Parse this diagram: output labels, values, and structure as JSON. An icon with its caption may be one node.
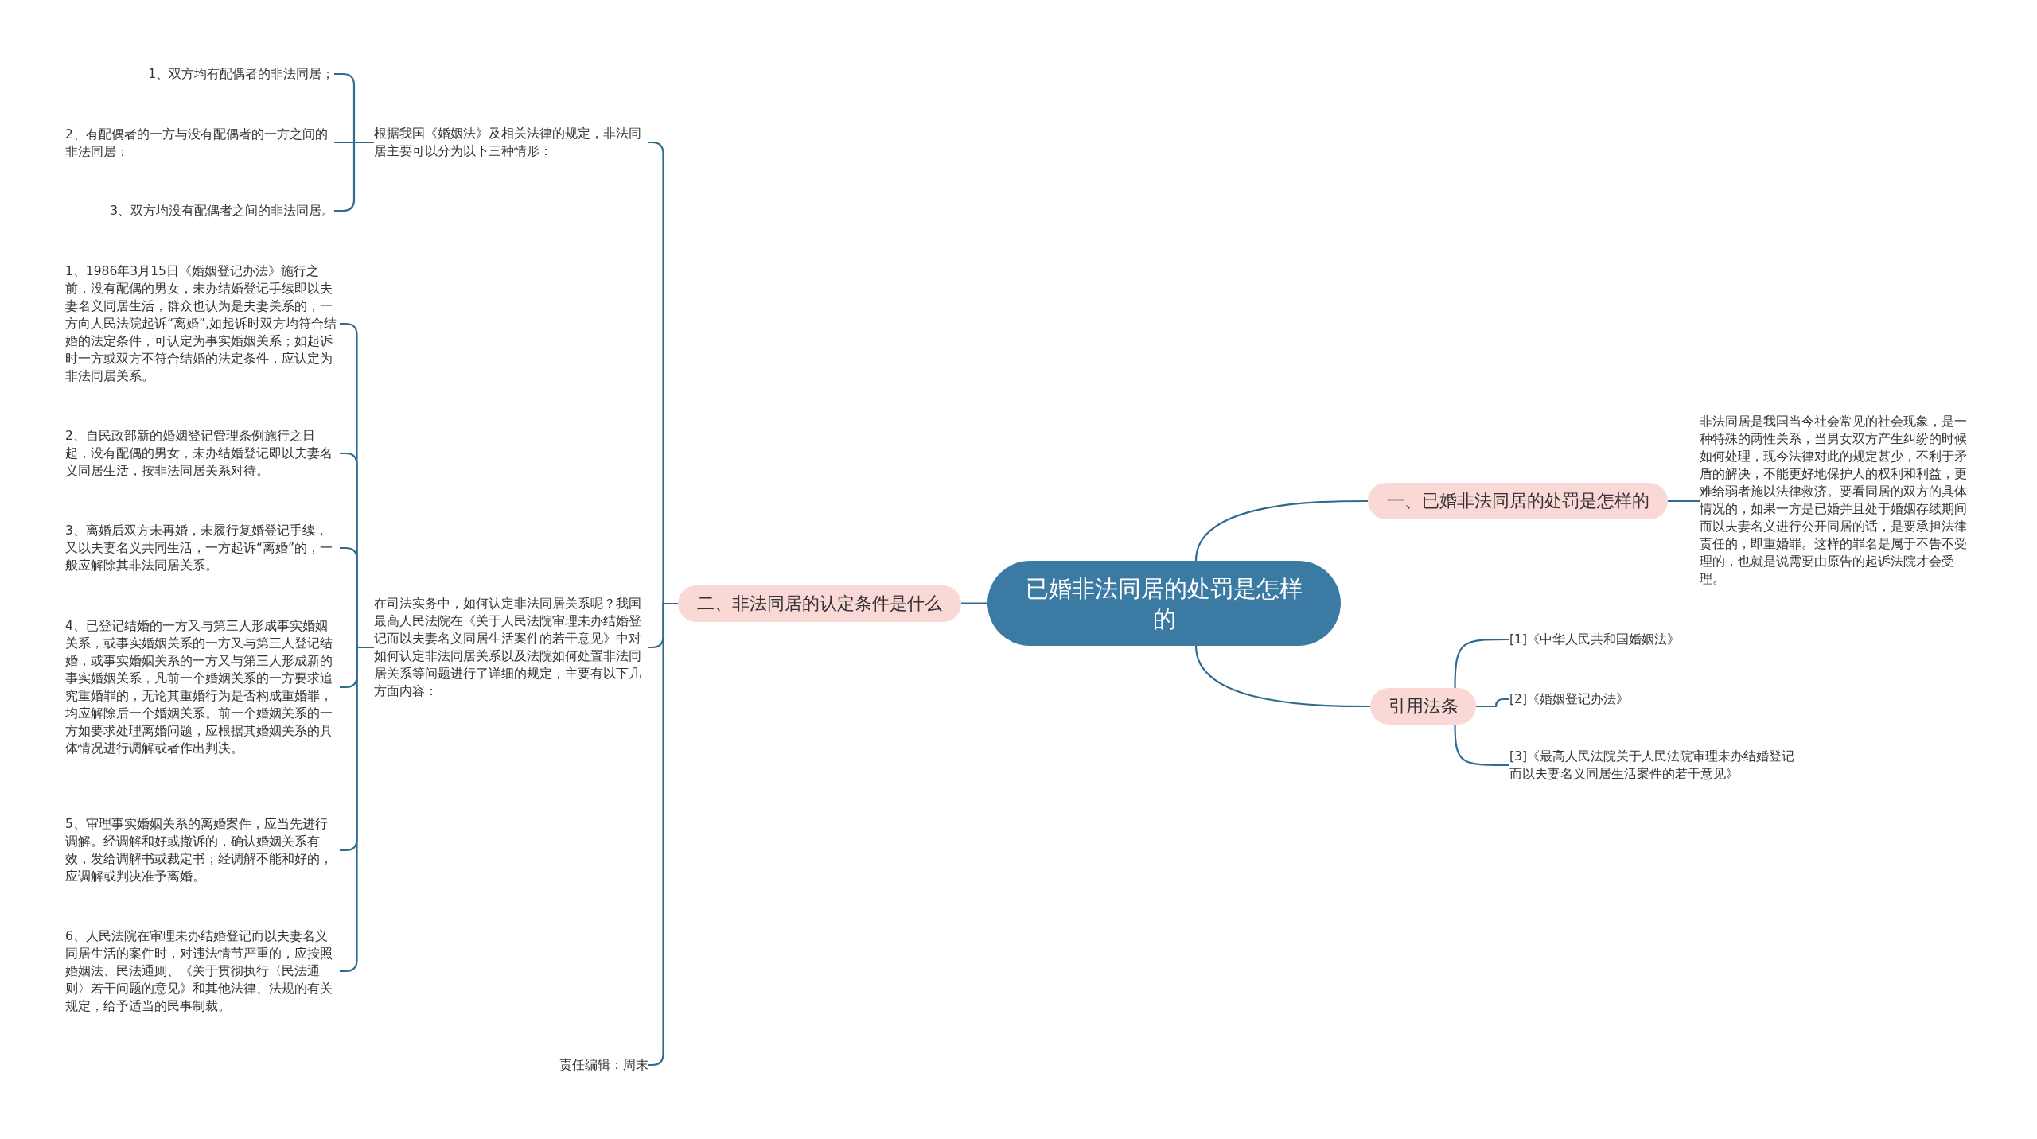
{
  "diagram": {
    "nodes": [
      {
        "text": [
          "已婚非法同居的处罚是怎样的"
        ]
      },
      {
        "text": [
          "一、已婚非法同居的处罚是怎样的"
        ]
      },
      {
        "text": [
          "非法同居是我国当今社会常见的社会现象，是一种特殊的两性关系，当男女双方产生纠纷的时候如何处理，现今法律对此的规定甚少，不利于矛盾的解决，不能更好地保护人的权利和利益，更难给弱者施以法律救济。要看同居的双方的具体情况的，如果一方是已婚并且处于婚姻存续期间而以夫妻名义进行公开同居的话，是要承担法律责任的，即重婚罪。这样的罪名是属于不告不受理的，也就是说需要由原告的起诉法院才会受理。"
        ]
      },
      {
        "text": [
          "二、非法同居的认定条件是什么"
        ]
      },
      {
        "text": [
          "引用法条"
        ]
      },
      {
        "text": [
          "[1]《中华人民共和国婚姻法》"
        ]
      },
      {
        "text": [
          "[2]《婚姻登记办法》"
        ]
      },
      {
        "text": [
          "[3]《最高人民法院关于人民法院审理未办结婚登记而以夫妻名义同居生活案件的若干意见》"
        ]
      },
      {
        "text": [
          "根据我国《婚姻法》及相关法律的规定，非法同居主要可以分为以下三种情形："
        ]
      },
      {
        "text": [
          "在司法实务中，如何认定非法同居关系呢？我国最高人民法院在《关于人民法院审理未办结婚登记而以夫妻名义同居生活案件的若干意见》中对如何认定非法同居关系以及法院如何处置非法同居关系等问题进行了详细的规定，主要有以下几方面内容："
        ]
      },
      {
        "text": [
          "责任编辑：周末"
        ]
      },
      {
        "text": [
          "1、双方均有配偶者的非法同居；"
        ]
      },
      {
        "text": [
          "2、有配偶者的一方与没有配偶者的一方之间的非法同居；"
        ]
      },
      {
        "text": [
          "3、双方均没有配偶者之间的非法同居。"
        ]
      },
      {
        "text": [
          "1、1986年3月15日《婚姻登记办法》施行之前，没有配偶的男女，未办结婚登记手续即以夫妻名义同居生活，群众也认为是夫妻关系的，一方向人民法院起诉“离婚”,如起诉时双方均符合结婚的法定条件，可认定为事实婚姻关系；如起诉时一方或双方不符合结婚的法定条件，应认定为非法同居关系。"
        ]
      },
      {
        "text": [
          "2、自民政部新的婚姻登记管理条例施行之日起，没有配偶的男女，未办结婚登记即以夫妻名义同居生活，按非法同居关系对待。"
        ]
      },
      {
        "text": [
          "3、离婚后双方未再婚，未履行复婚登记手续，又以夫妻名义共同生活，一方起诉“离婚”的，一般应解除其非法同居关系。"
        ]
      },
      {
        "text": [
          "4、已登记结婚的一方又与第三人形成事实婚姻关系，或事实婚姻关系的一方又与第三人登记结婚，或事实婚姻关系的一方又与第三人形成新的事实婚姻关系，凡前一个婚姻关系的一方要求追究重婚罪的，无论其重婚行为是否构成重婚罪，均应解除后一个婚姻关系。前一个婚姻关系的一方如要求处理离婚问题，应根据其婚姻关系的具体情况进行调解或者作出判决。"
        ]
      },
      {
        "text": [
          "5、审理事实婚姻关系的离婚案件，应当先进行调解。经调解和好或撤诉的，确认婚姻关系有效，发给调解书或裁定书；经调解不能和好的，应调解或判决准予离婚。"
        ]
      },
      {
        "text": [
          "6、人民法院在审理未办结婚登记而以夫妻名义同居生活的案件时，对违法情节严重的，应按照婚姻法、民法通则、《关于贯彻执行〈民法通则〉若干问题的意见》和其他法律、法规的有关规定，给予适当的民事制裁。"
        ]
      }
    ],
    "edges": [
      {
        "from": 0,
        "to": 1,
        "arrow": "none"
      },
      {
        "from": 1,
        "to": 2,
        "arrow": "none"
      },
      {
        "from": 0,
        "to": 3,
        "arrow": "none"
      },
      {
        "from": 0,
        "to": 4,
        "arrow": "none"
      },
      {
        "from": 4,
        "to": 5,
        "arrow": "none"
      },
      {
        "from": 4,
        "to": 6,
        "arrow": "none"
      },
      {
        "from": 4,
        "to": 7,
        "arrow": "none"
      },
      {
        "from": 3,
        "to": 8,
        "arrow": "none"
      },
      {
        "from": 3,
        "to": 9,
        "arrow": "none"
      },
      {
        "from": 3,
        "to": 10,
        "arrow": "none"
      },
      {
        "from": 8,
        "to": 11,
        "arrow": "none"
      },
      {
        "from": 8,
        "to": 12,
        "arrow": "none"
      },
      {
        "from": 8,
        "to": 13,
        "arrow": "none"
      },
      {
        "from": 9,
        "to": 14,
        "arrow": "none"
      },
      {
        "from": 9,
        "to": 15,
        "arrow": "none"
      },
      {
        "from": 9,
        "to": 16,
        "arrow": "none"
      },
      {
        "from": 9,
        "to": 17,
        "arrow": "none"
      },
      {
        "from": 9,
        "to": 18,
        "arrow": "none"
      },
      {
        "from": 9,
        "to": 19,
        "arrow": "none"
      }
    ]
  }
}
